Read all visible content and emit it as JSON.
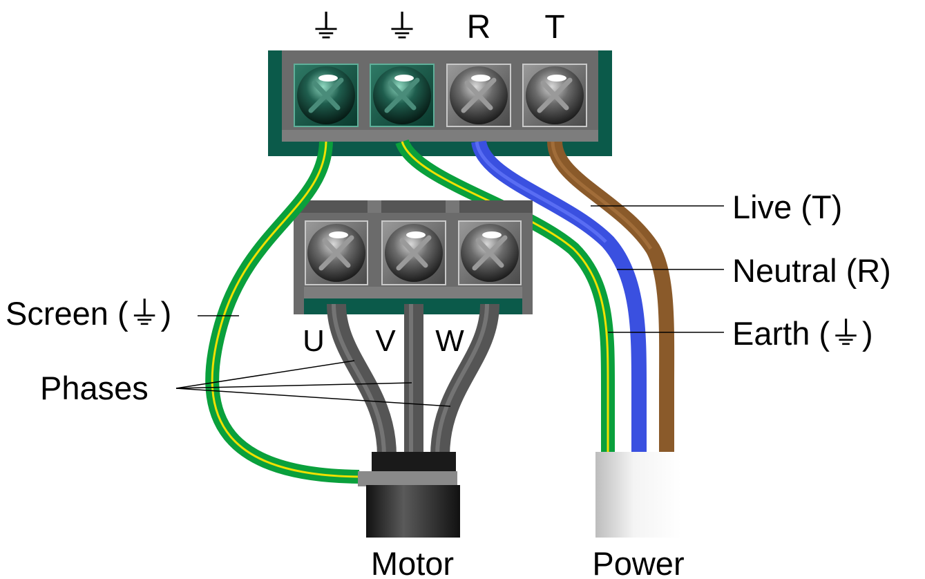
{
  "top_terminals": {
    "t1": "⏚",
    "t2": "⏚",
    "t3": "R",
    "t4": "T"
  },
  "motor_terminals": {
    "u": "U",
    "v": "V",
    "w": "W"
  },
  "labels": {
    "live": "Live (T)",
    "neutral": "Neutral (R)",
    "earth": "Earth (⏚)",
    "screen": "Screen (⏚)",
    "phases": "Phases",
    "motor": "Motor",
    "power": "Power"
  },
  "colors": {
    "terminal_block_green": "#0b5a4a",
    "terminal_block_grey": "#6d6d6d",
    "earth_wire_green": "#0aa03c",
    "earth_wire_stripe": "#f0e000",
    "neutral_wire_blue": "#3a50e0",
    "live_wire_brown": "#8a5a2a",
    "phase_wire_grey": "#555555"
  }
}
